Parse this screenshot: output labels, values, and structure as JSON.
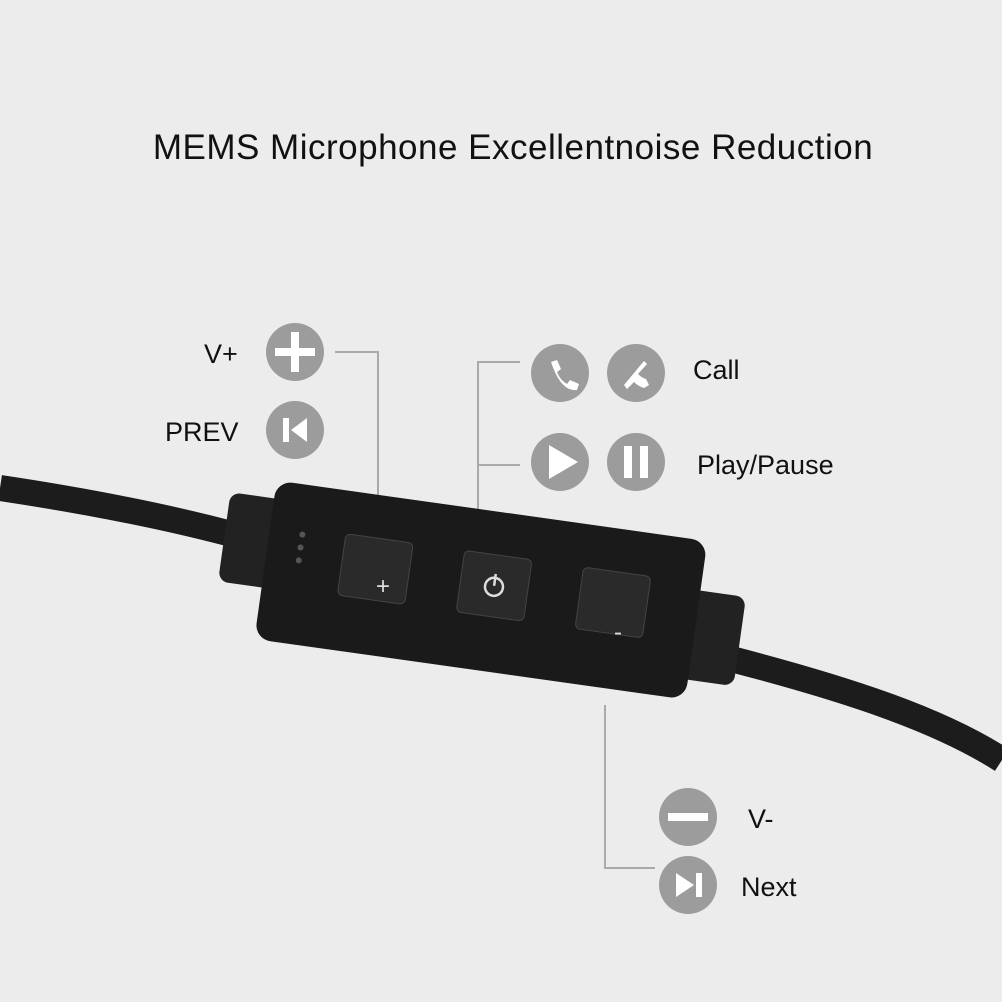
{
  "title": "MEMS Microphone Excellentnoise Reduction",
  "labels": {
    "volume_up": "V+",
    "prev": "PREV",
    "call": "Call",
    "play_pause": "Play/Pause",
    "volume_down": "V-",
    "next": "Next"
  },
  "remote_buttons": {
    "plus": "+",
    "minus": "-"
  },
  "colors": {
    "background": "#ececec",
    "icon": "#9c9c9c",
    "remote": "#1a1a1a",
    "line": "#aaaaaa"
  }
}
